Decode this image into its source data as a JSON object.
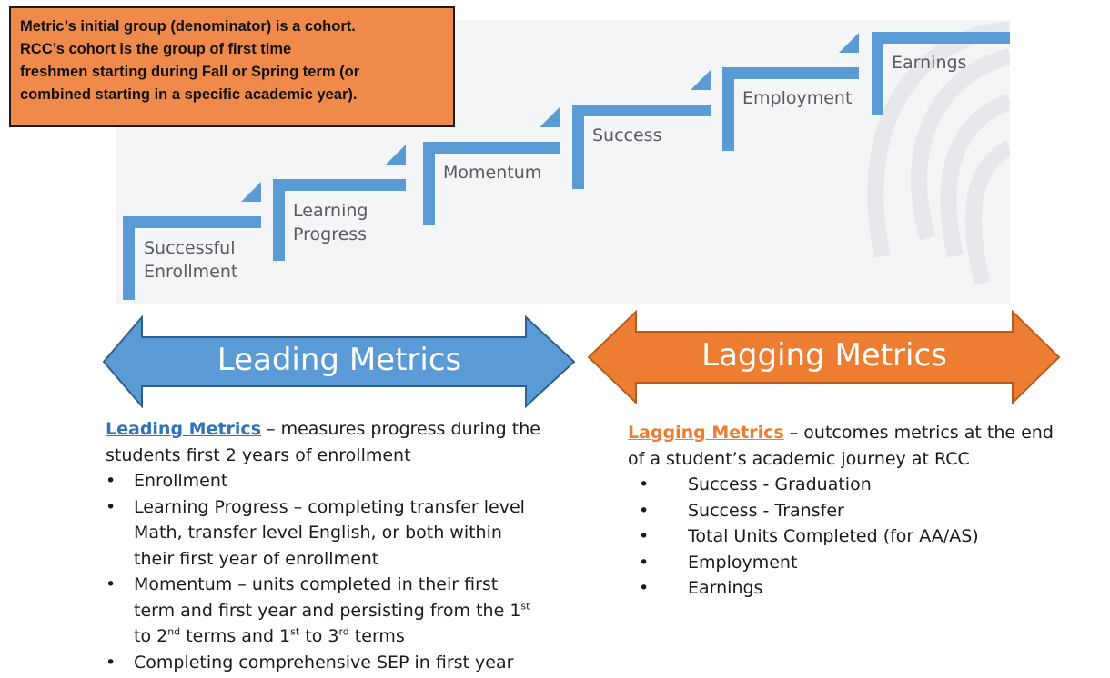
{
  "callout": {
    "lines": [
      "Metric’s initial group (denominator) is a cohort.",
      "RCC’s cohort is the group of first time",
      "freshmen starting during Fall or Spring term (or",
      "combined starting in a specific academic year)."
    ]
  },
  "steps": [
    {
      "line1": "Successful",
      "line2": "Enrollment"
    },
    {
      "line1": "Learning",
      "line2": "Progress"
    },
    {
      "line1": "Momentum",
      "line2": ""
    },
    {
      "line1": "Success",
      "line2": ""
    },
    {
      "line1": "Employment",
      "line2": ""
    },
    {
      "line1": "Earnings",
      "line2": ""
    }
  ],
  "arrows": {
    "leading": "Leading Metrics",
    "lagging": "Lagging Metrics"
  },
  "colors": {
    "step_blue": "#5b9bd5",
    "leading_arrow": "#5b9bd5",
    "lagging_arrow": "#ed7d31",
    "callout_fill": "#f08a4b"
  },
  "leading": {
    "term": "Leading Metrics",
    "desc_line1": " – measures progress during the",
    "desc_line2": "students first 2 years of enrollment",
    "items": {
      "enrollment": "Enrollment",
      "learning_l1": "Learning Progress – completing transfer level",
      "learning_l2": "Math, transfer level English, or both within",
      "learning_l3": "their first year of enrollment",
      "momentum_l1": "Momentum – units completed in their first",
      "momentum_l2a": "term and first year and persisting from the 1",
      "momentum_l2sup": "st",
      "momentum_l3a": "to 2",
      "momentum_l3sup1": "nd",
      "momentum_l3b": " terms and 1",
      "momentum_l3sup2": "st",
      "momentum_l3c": " to 3",
      "momentum_l3sup3": "rd",
      "momentum_l3d": " terms",
      "sep": "Completing comprehensive SEP in first year"
    }
  },
  "lagging": {
    "term": "Lagging Metrics",
    "desc_line1": " – outcomes metrics at the end",
    "desc_line2": "of a student’s academic journey at RCC",
    "items": [
      "Success - Graduation",
      "Success - Transfer",
      "Total Units Completed (for AA/AS)",
      "Employment",
      "Earnings"
    ]
  },
  "bullet_char": "•"
}
